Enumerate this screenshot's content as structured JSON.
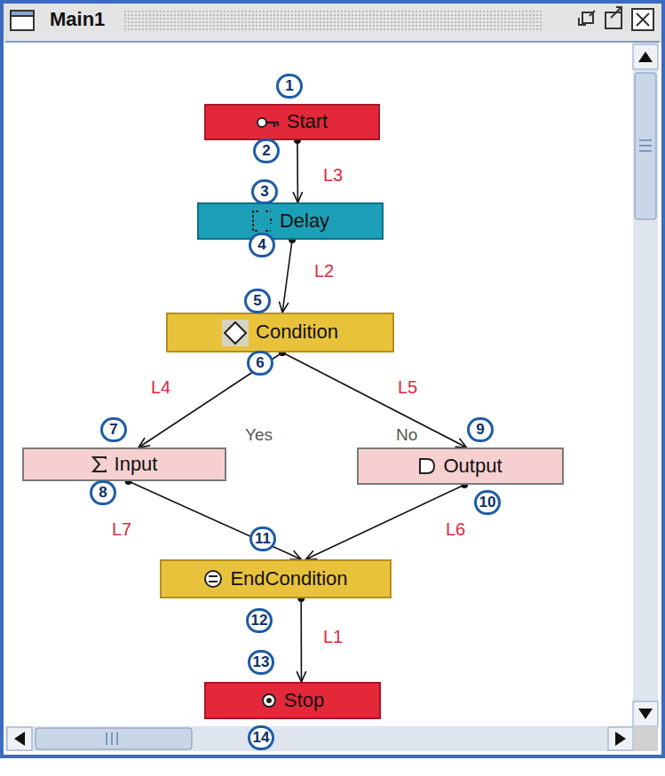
{
  "diagram": {
    "title": "Main1",
    "nodes": [
      {
        "text": [
          "Start"
        ]
      },
      {
        "text": [
          "Delay"
        ]
      },
      {
        "text": [
          "Condition"
        ]
      },
      {
        "text": [
          "Input"
        ]
      },
      {
        "text": [
          "Output"
        ]
      },
      {
        "text": [
          "EndCondition"
        ]
      },
      {
        "text": [
          "Stop"
        ]
      }
    ],
    "edges": [
      {
        "from": 0,
        "to": 1,
        "arrow": "to",
        "label": "L3"
      },
      {
        "from": 1,
        "to": 2,
        "arrow": "to",
        "label": "L2"
      },
      {
        "from": 2,
        "to": 3,
        "arrow": "to",
        "label": "L4"
      },
      {
        "from": 2,
        "to": 4,
        "arrow": "to",
        "label": "L5"
      },
      {
        "from": 3,
        "to": 5,
        "arrow": "to",
        "label": "L7"
      },
      {
        "from": 4,
        "to": 5,
        "arrow": "to",
        "label": "L6"
      },
      {
        "from": 5,
        "to": 6,
        "arrow": "to",
        "label": "L1"
      }
    ],
    "labels": [
      "1",
      "2",
      "3",
      "4",
      "5",
      "6",
      "7",
      "8",
      "9",
      "10",
      "11",
      "12",
      "13",
      "14",
      "Yes",
      "No"
    ]
  }
}
